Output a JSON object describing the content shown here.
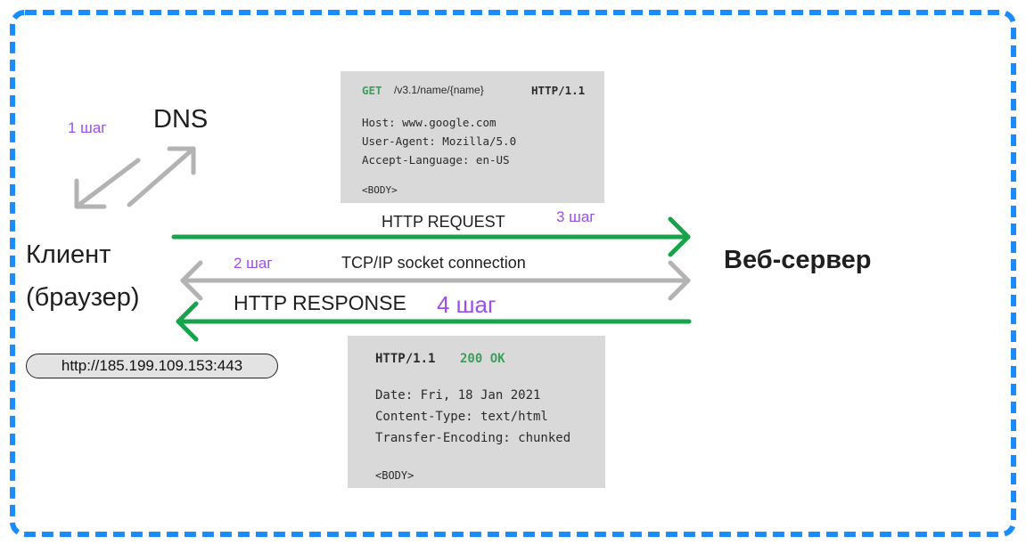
{
  "nodes": {
    "client_line1": "Клиент",
    "client_line2": "(браузер)",
    "dns": "DNS",
    "server": "Веб-сервер",
    "client_address": "http://185.199.109.153:443"
  },
  "steps": {
    "step1": "1 шаг",
    "step2": "2 шаг",
    "step3": "3 шаг",
    "step4": "4 шаг"
  },
  "arrows": {
    "request": "HTTP REQUEST",
    "tcp": "TCP/IP socket connection",
    "response": "HTTP RESPONSE"
  },
  "request": {
    "method": "GET",
    "path": "/v3.1/name/{name}",
    "version": "HTTP/1.1",
    "headers": [
      "Host: www.google.com",
      "User-Agent: Mozilla/5.0",
      "Accept-Language: en-US"
    ],
    "body": "<BODY>"
  },
  "response": {
    "version": "HTTP/1.1",
    "status": "200 OK",
    "headers": [
      "Date: Fri, 18 Jan 2021",
      "Content-Type: text/html",
      "Transfer-Encoding: chunked"
    ],
    "body": "<BODY>"
  },
  "colors": {
    "border": "#1a8cff",
    "green_arrow": "#16a34a",
    "gray_arrow": "#b3b3b3",
    "step_purple": "#9b4df0",
    "code_bg": "#d9d9d9"
  }
}
